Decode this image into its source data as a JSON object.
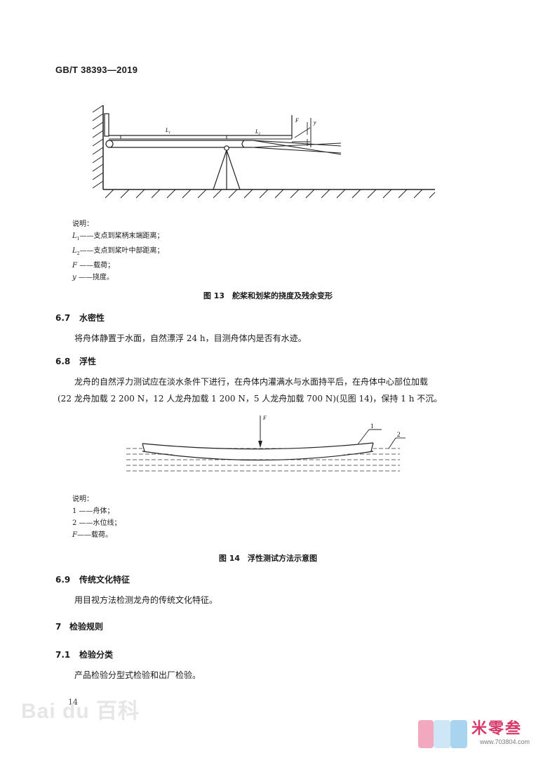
{
  "header": {
    "standard_no": "GB/T 38393—2019"
  },
  "figure13": {
    "labels": {
      "L1": "L",
      "L1_sub": "1",
      "L2": "L",
      "L2_sub": "2",
      "F": "F",
      "y": "y"
    },
    "legend_title": "说明：",
    "legend": [
      {
        "symbol": "L",
        "sub": "1",
        "text": "——支点到桨柄末端距离；"
      },
      {
        "symbol": "L",
        "sub": "2",
        "text": "——支点到桨叶中部距离；"
      },
      {
        "symbol": "F",
        "sub": "",
        "text": " ——载荷；"
      },
      {
        "symbol": "y",
        "sub": "",
        "text": " ——挠度。"
      }
    ],
    "caption": "图 13　舵桨和划桨的挠度及残余变形"
  },
  "section_6_7": {
    "number": "6.7",
    "title": "水密性",
    "body": "将舟体静置于水面，自然漂浮 24 h，目测舟体内是否有水迹。"
  },
  "section_6_8": {
    "number": "6.8",
    "title": "浮性",
    "body_line1": "龙舟的自然浮力测试应在淡水条件下进行，在舟体内灌满水与水面持平后，在舟体中心部位加载",
    "body_line2": "(22 龙舟加载 2 200 N，12 人龙舟加载 1 200 N，5 人龙舟加载 700 N)(见图 14)，保持 1 h 不沉。"
  },
  "figure14": {
    "labels": {
      "F": "F",
      "callout1": "1",
      "callout2": "2"
    },
    "legend_title": "说明：",
    "legend": [
      {
        "symbol": "1",
        "text": " ——舟体；"
      },
      {
        "symbol": "2",
        "text": " ——水位线；"
      },
      {
        "symbol": "F",
        "text": "——载荷。"
      }
    ],
    "caption": "图 14　浮性测试方法示意图"
  },
  "section_6_9": {
    "number": "6.9",
    "title": "传统文化特征",
    "body": "用目视方法检测龙舟的传统文化特征。"
  },
  "section_7": {
    "number": "7",
    "title": "检验规则"
  },
  "section_7_1": {
    "number": "7.1",
    "title": "检验分类",
    "body": "产品检验分型式检验和出厂检验。"
  },
  "footer": {
    "page_number": "14"
  },
  "watermarks": {
    "left": "Bai du 百科",
    "right_brand": "米零叁",
    "right_url": "www.703804.com"
  }
}
